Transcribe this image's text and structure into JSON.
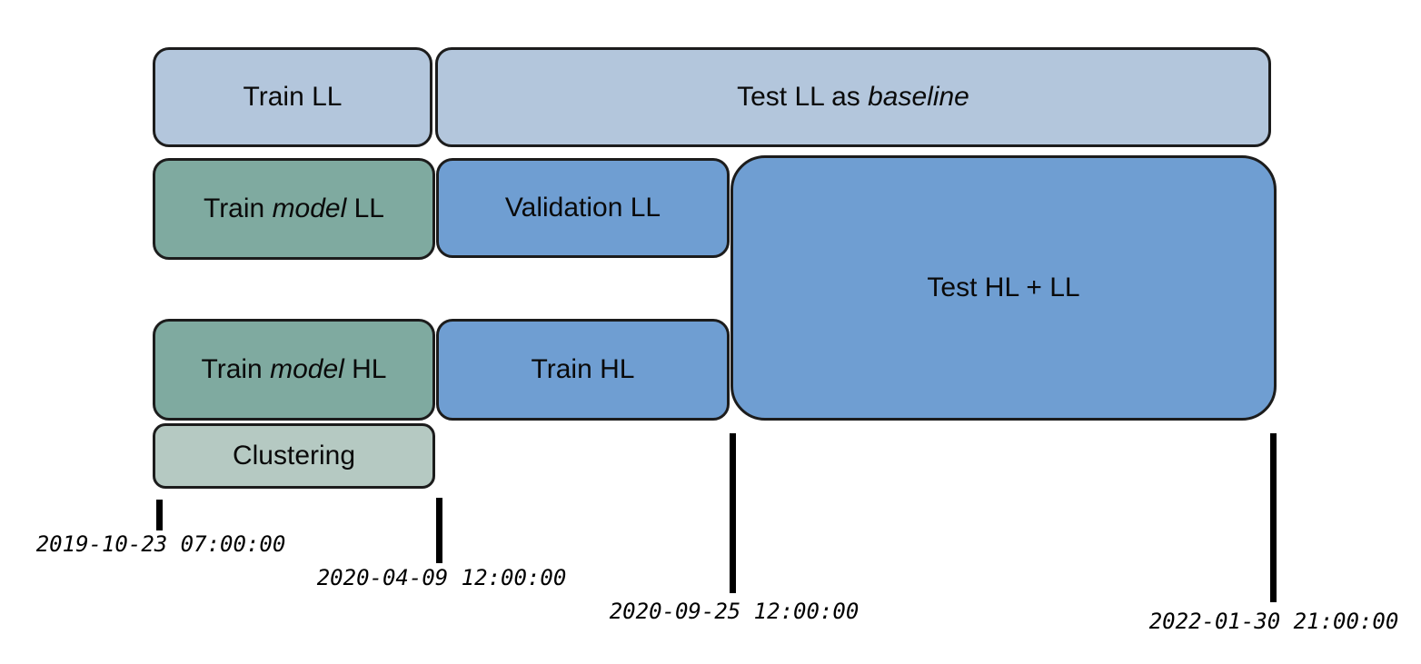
{
  "palette": {
    "light_blue": "#b3c6dc",
    "blue": "#6f9ed2",
    "green": "#7faaa0",
    "pale_green": "#b5c9c2",
    "border": "#1c1c1c",
    "tick": "#000000",
    "background": "#ffffff",
    "text": "#0a0a0a"
  },
  "chart_data": {
    "type": "bar",
    "variant": "gantt-timeline",
    "title": "",
    "xlabel": "",
    "ylabel": "",
    "grid": false,
    "legend": "none",
    "x_axis_range": [
      "2019-10-23 07:00:00",
      "2022-01-30 21:00:00"
    ],
    "x_ticks": [
      {
        "label": "2019-10-23 07:00:00"
      },
      {
        "label": "2020-04-09 12:00:00"
      },
      {
        "label": "2020-09-25 12:00:00"
      },
      {
        "label": "2022-01-30 21:00:00"
      }
    ],
    "tasks": [
      {
        "name": "train-ll",
        "label": "Train LL",
        "label_pre": "Train LL",
        "label_italic": "",
        "label_post": "",
        "row": "1",
        "start": "2019-10-23 07:00:00",
        "end": "2020-04-09 12:00:00",
        "fill": "light_blue"
      },
      {
        "name": "test-ll-baseline",
        "label": "Test LL as baseline",
        "label_pre": "Test LL as ",
        "label_italic": "baseline",
        "label_post": "",
        "row": "1",
        "start": "2020-04-09 12:00:00",
        "end": "2022-01-30 21:00:00",
        "fill": "light_blue"
      },
      {
        "name": "train-model-ll",
        "label": "Train model LL",
        "label_pre": "Train ",
        "label_italic": "model",
        "label_post": " LL",
        "row": "2",
        "start": "2019-10-23 07:00:00",
        "end": "2020-04-09 12:00:00",
        "fill": "green"
      },
      {
        "name": "validation-ll",
        "label": "Validation LL",
        "label_pre": "Validation LL",
        "label_italic": "",
        "label_post": "",
        "row": "2",
        "start": "2020-04-09 12:00:00",
        "end": "2020-09-25 12:00:00",
        "fill": "blue"
      },
      {
        "name": "test-hl-ll",
        "label": "Test HL + LL",
        "label_pre": "Test HL + LL",
        "label_italic": "",
        "label_post": "",
        "row": "2-3",
        "start": "2020-09-25 12:00:00",
        "end": "2022-01-30 21:00:00",
        "fill": "blue"
      },
      {
        "name": "train-model-hl",
        "label": "Train model HL",
        "label_pre": "Train ",
        "label_italic": "model",
        "label_post": " HL",
        "row": "3",
        "start": "2019-10-23 07:00:00",
        "end": "2020-04-09 12:00:00",
        "fill": "green"
      },
      {
        "name": "train-hl",
        "label": "Train HL",
        "label_pre": "Train HL",
        "label_italic": "",
        "label_post": "",
        "row": "3",
        "start": "2020-04-09 12:00:00",
        "end": "2020-09-25 12:00:00",
        "fill": "blue"
      },
      {
        "name": "clustering",
        "label": "Clustering",
        "label_pre": "Clustering",
        "label_italic": "",
        "label_post": "",
        "row": "4",
        "start": "2019-10-23 07:00:00",
        "end": "2020-04-09 12:00:00",
        "fill": "pale_green"
      }
    ]
  }
}
